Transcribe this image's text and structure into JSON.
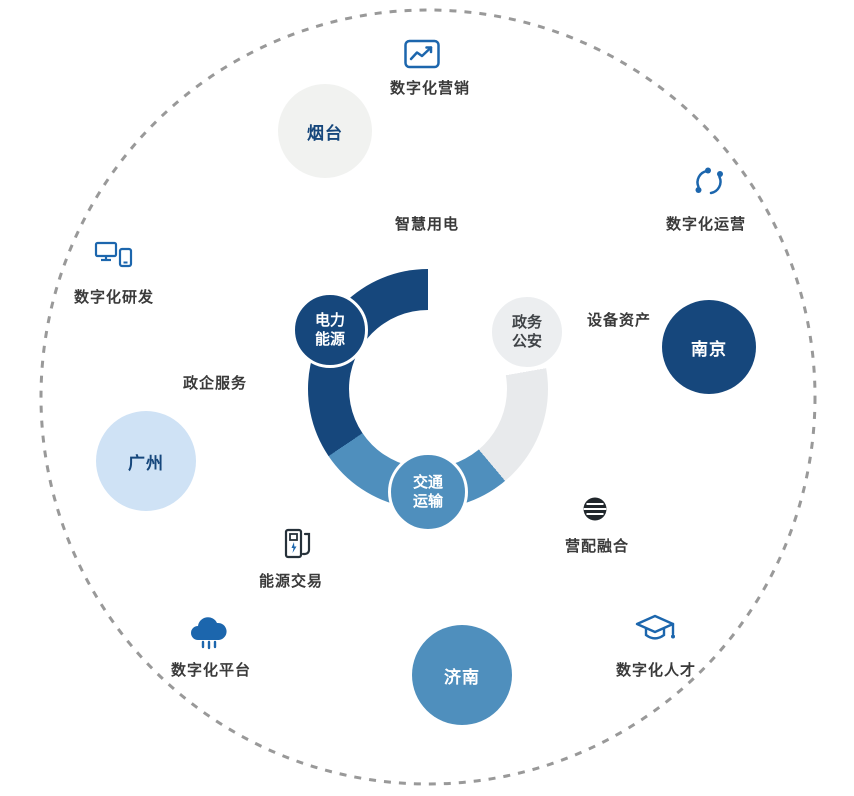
{
  "palette": {
    "navy": "#16477c",
    "steel_blue": "#4f8fbd",
    "light_blue": "#cfe2f5",
    "pale_gray": "#f1f2f0",
    "ring_gray": "#e8eaec",
    "icon_blue": "#1c66ad",
    "icon_dark": "#26313a",
    "label_text": "#3a3a3a",
    "dashed_circle": "#999999",
    "white": "#ffffff"
  },
  "ring": {
    "segments": [
      {
        "color": "#ffffff",
        "from": 0,
        "to": 80
      },
      {
        "color": "#e8eaec",
        "from": 80,
        "to": 140
      },
      {
        "color": "#4f8fbd",
        "from": 140,
        "to": 236
      },
      {
        "color": "#16477c",
        "from": 236,
        "to": 360
      }
    ],
    "nodes": {
      "power": {
        "line1": "电力",
        "line2": "能源",
        "bg": "#16477c",
        "fg": "#ffffff"
      },
      "gov": {
        "line1": "政务",
        "line2": "公安",
        "bg": "#eceef0",
        "fg": "#3f4347"
      },
      "transport": {
        "line1": "交通",
        "line2": "运输",
        "bg": "#4f8fbd",
        "fg": "#ffffff"
      }
    }
  },
  "sector_labels": {
    "smart_power": {
      "label": "智慧用电"
    },
    "equipment_assets": {
      "label": "设备资产"
    },
    "gov_enterprise": {
      "label": "政企服务"
    },
    "energy_trading": {
      "label": "能源交易",
      "icon": "charging-station-icon"
    },
    "distribution_fusion": {
      "label": "营配融合",
      "icon": "striped-sphere-icon"
    }
  },
  "cities": {
    "yantai": {
      "name": "烟台",
      "bg": "#f1f2f0",
      "fg": "#16477c"
    },
    "nanjing": {
      "name": "南京",
      "bg": "#16477c",
      "fg": "#ffffff"
    },
    "guangzhou": {
      "name": "广州",
      "bg": "#cfe2f5",
      "fg": "#16477c"
    },
    "jinan": {
      "name": "济南",
      "bg": "#4f8fbd",
      "fg": "#ffffff"
    }
  },
  "digital_capabilities": {
    "marketing": {
      "label": "数字化营销",
      "icon": "line-chart-icon"
    },
    "operations": {
      "label": "数字化运营",
      "icon": "sync-icon"
    },
    "rd": {
      "label": "数字化研发",
      "icon": "devices-icon"
    },
    "platform": {
      "label": "数字化平台",
      "icon": "cloud-icon"
    },
    "talent": {
      "label": "数字化人才",
      "icon": "graduation-cap-icon"
    }
  }
}
